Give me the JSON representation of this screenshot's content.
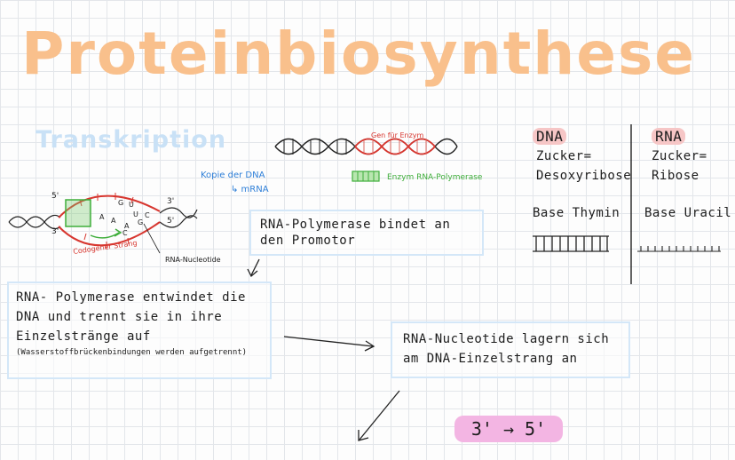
{
  "title": "Proteinbiosynthese",
  "subtitle": "Transkription",
  "gene_label": "Gen für Enzym",
  "copy_label": "Kopie der DNA",
  "mrna_label": "↳ mRNA",
  "enzyme_legend": "Enzym RNA-Polymerase",
  "codogen_label": "Codogener Strang",
  "nucleotide_label": "RNA-Nucleotide",
  "strand_ends": {
    "top_left": "5'",
    "bottom_left": "3'",
    "top_right": "3'",
    "bottom_right": "5'"
  },
  "bubble_letters": [
    "G",
    "U",
    "A",
    "U",
    "A",
    "A",
    "G",
    "C",
    "C"
  ],
  "box1": {
    "line1": "RNA-Polymerase bindet an",
    "line2": "den Promotor"
  },
  "box2": {
    "line1": "RNA- Polymerase entwindet die",
    "line2": "DNA und trennt sie in ihre",
    "line3": "Einzelstränge auf",
    "line4": "(Wasserstoffbrückenbindungen werden aufgetrennt)"
  },
  "box3": {
    "line1": "RNA-Nucleotide lagern sich",
    "line2": "am DNA-Einzelstrang an"
  },
  "direction": "3' → 5'",
  "dna": {
    "heading": "DNA",
    "sugar_label": "Zucker=",
    "sugar": "Desoxyribose",
    "base": "Base Thymin"
  },
  "rna": {
    "heading": "RNA",
    "sugar_label": "Zucker=",
    "sugar": "Ribose",
    "base": "Base Uracil"
  },
  "colors": {
    "title": "#f9c08c",
    "subtitle": "#c9e1f6",
    "box_border": "#d4e7f8",
    "highlight_pink": "#f6c6c6",
    "ratio_bg": "#f3b5e3",
    "red": "#d7362f",
    "green": "#3fae3b",
    "blue": "#2e7fd8"
  }
}
